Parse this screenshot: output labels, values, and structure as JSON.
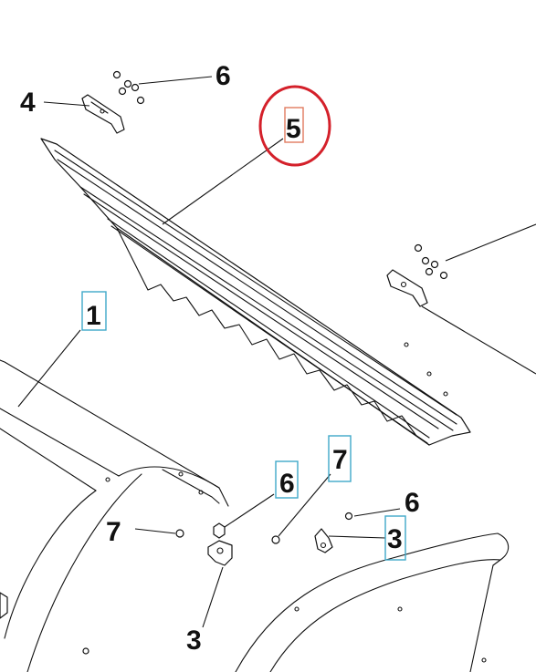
{
  "diagram": {
    "callouts": [
      {
        "id": "c6a",
        "label": "6",
        "box": false
      },
      {
        "id": "c4",
        "label": "4",
        "box": false
      },
      {
        "id": "c5",
        "label": "5",
        "box": true,
        "circled": true
      },
      {
        "id": "c1",
        "label": "1",
        "box": true
      },
      {
        "id": "c6b",
        "label": "6",
        "box": true
      },
      {
        "id": "c7a",
        "label": "7",
        "box": true
      },
      {
        "id": "c7b",
        "label": "7",
        "box": false
      },
      {
        "id": "c6c",
        "label": "6",
        "box": false
      },
      {
        "id": "c3a",
        "label": "3",
        "box": true
      },
      {
        "id": "c3b",
        "label": "3",
        "box": false
      }
    ],
    "colors": {
      "line": "#111111",
      "highlight_box": "#3fa9c9",
      "highlight_box_red": "#e07a5f",
      "circle": "#d4202a"
    }
  }
}
